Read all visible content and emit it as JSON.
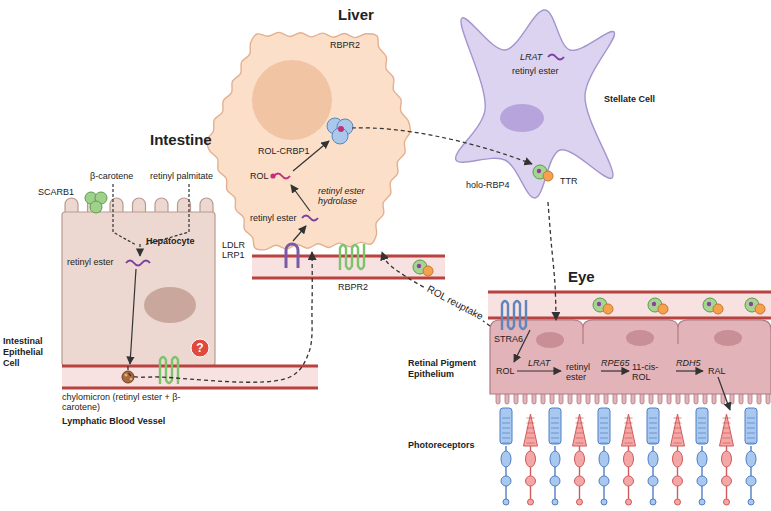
{
  "diagram": {
    "nodes": [
      {
        "text": [
          "Intestinal Epithelial Cell"
        ]
      },
      {
        "text": [
          "?"
        ]
      },
      {
        "text": [
          "Hepatocyte"
        ]
      },
      {
        "text": [
          "Stellate Cell"
        ]
      },
      {
        "text": [
          "Retinal Pigment Epithelium"
        ]
      },
      {
        "text": [
          "Photoreceptors"
        ]
      }
    ],
    "edges": [
      {
        "from": 0,
        "to": 2,
        "arrow": "to"
      },
      {
        "from": 3,
        "to": 4,
        "arrow": "to"
      },
      {
        "from": 4,
        "to": 2,
        "label": "ROL reuptake",
        "arrow": "to"
      }
    ],
    "labels": [
      "Intestine",
      "β-carotene",
      "retinyl palmitate",
      "SCARB1",
      "retinyl ester",
      "chylomicron (retinyl ester + β-carotene)",
      "Lymphatic Blood Vessel",
      "Liver",
      "RBPR2",
      "ROL-CRBP1",
      "ROL",
      "retinyl ester hydrolase",
      "retinyl ester",
      "LDLR",
      "LRP1",
      "RBPR2",
      "LRAT",
      "retinyl ester",
      "holo-RBP4",
      "TTR",
      "Eye",
      "STRA6",
      "ROL",
      "LRAT",
      "retinyl ester",
      "RPE65",
      "11-cis-ROL",
      "RDH5",
      "RAL"
    ]
  }
}
